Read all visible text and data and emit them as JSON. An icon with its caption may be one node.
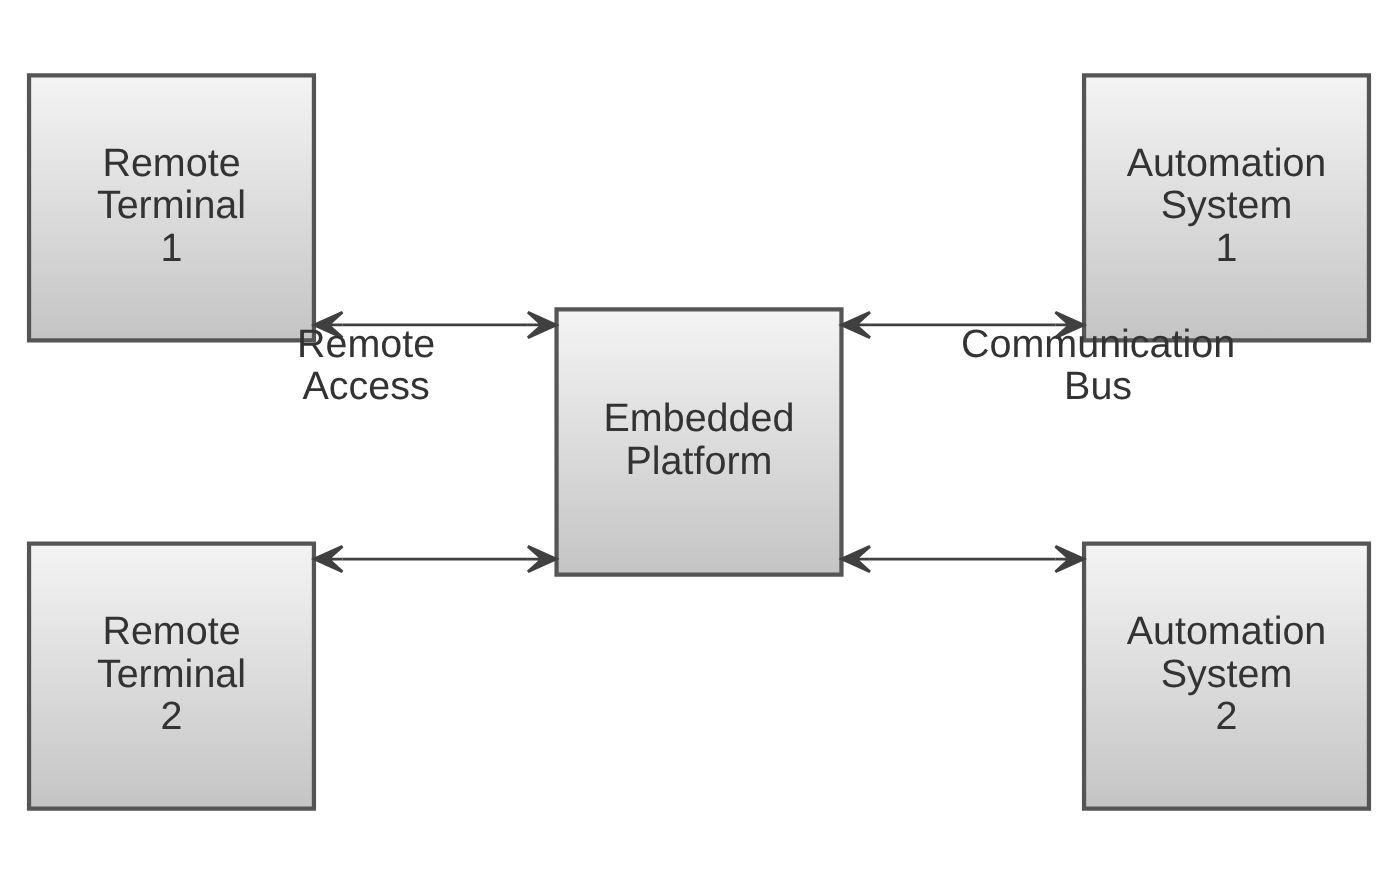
{
  "diagram": {
    "nodes": [
      {
        "text": [
          "Remote Terminal 1"
        ]
      },
      {
        "text": [
          "Remote Terminal 2"
        ]
      },
      {
        "text": [
          "Embedded Platform"
        ]
      },
      {
        "text": [
          "Automation System 1"
        ]
      },
      {
        "text": [
          "Automation System 2"
        ]
      }
    ],
    "edges": [
      {
        "from": 0,
        "to": 2,
        "arrow": "both",
        "label": "Remote Access"
      },
      {
        "from": 1,
        "to": 2,
        "arrow": "both"
      },
      {
        "from": 2,
        "to": 3,
        "arrow": "both",
        "label": "Communication Bus"
      },
      {
        "from": 2,
        "to": 4,
        "arrow": "both"
      }
    ]
  }
}
